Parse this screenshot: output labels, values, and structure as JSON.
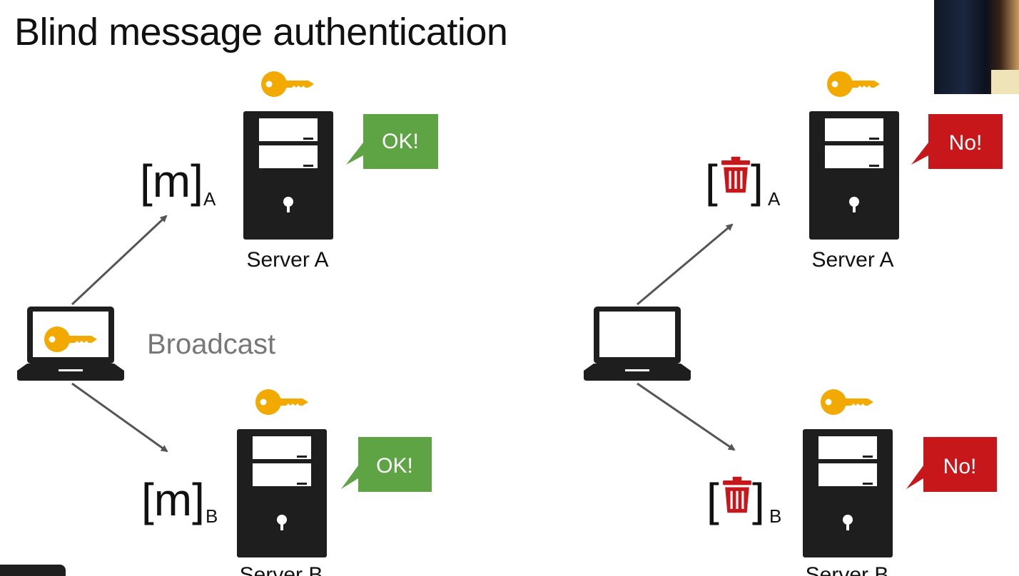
{
  "slide": {
    "title": "Blind message authentication"
  },
  "left_panel": {
    "broadcast_label": "Broadcast",
    "msg_a": {
      "body": "m",
      "subscript": "A"
    },
    "msg_b": {
      "body": "m",
      "subscript": "B"
    },
    "server_a": {
      "label": "Server A",
      "response": "OK!"
    },
    "server_b": {
      "label": "Server B",
      "response": "OK!"
    }
  },
  "right_panel": {
    "msg_a_subscript": "A",
    "msg_b_subscript": "B",
    "server_a": {
      "label": "Server A",
      "response": "No!"
    },
    "server_b": {
      "label": "Server B",
      "response": "No!"
    }
  },
  "colors": {
    "key": "#f2a900",
    "ok_bubble": "#5ea445",
    "no_bubble": "#c8171b",
    "trash": "#c8171b",
    "server": "#1e1e1e",
    "arrow": "#555555",
    "broadcast_text": "#777777"
  }
}
